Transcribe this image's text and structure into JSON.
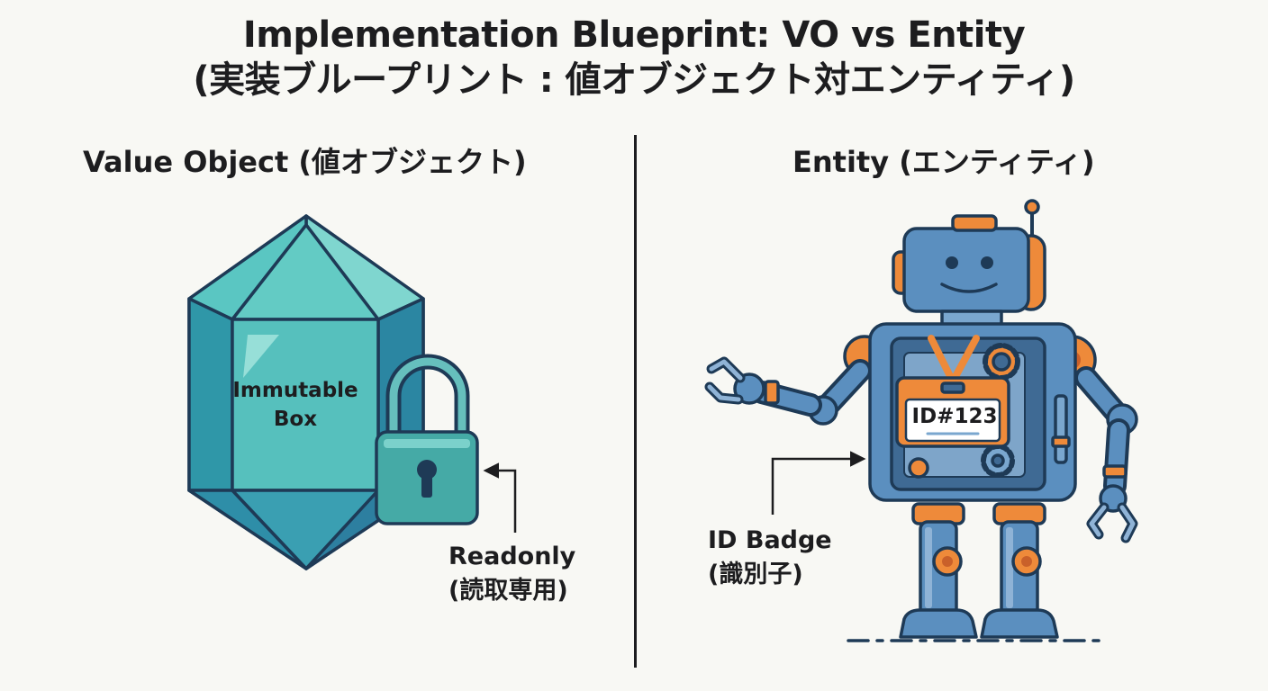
{
  "title_line1": "Implementation Blueprint: VO vs Entity",
  "title_line2": "(実装ブループリント : 値オブジェクト対エンティティ)",
  "left": {
    "heading": "Value Object (値オブジェクト)",
    "box_label_line1": "Immutable",
    "box_label_line2": "Box",
    "lock_label_line1": "Readonly",
    "lock_label_line2": "(読取専用)"
  },
  "right": {
    "heading": "Entity (エンティティ)",
    "badge_text": "ID#123",
    "badge_label_line1": "ID Badge",
    "badge_label_line2": "(識別子)"
  },
  "colors": {
    "crystal": "#3aaab0",
    "lock": "#45aaa6",
    "robot_body": "#5b8fbf",
    "robot_accent": "#ee8a3a",
    "outline": "#1e3a56"
  },
  "icons": [
    "crystal-icon",
    "padlock-icon",
    "robot-icon",
    "gear-icon"
  ]
}
